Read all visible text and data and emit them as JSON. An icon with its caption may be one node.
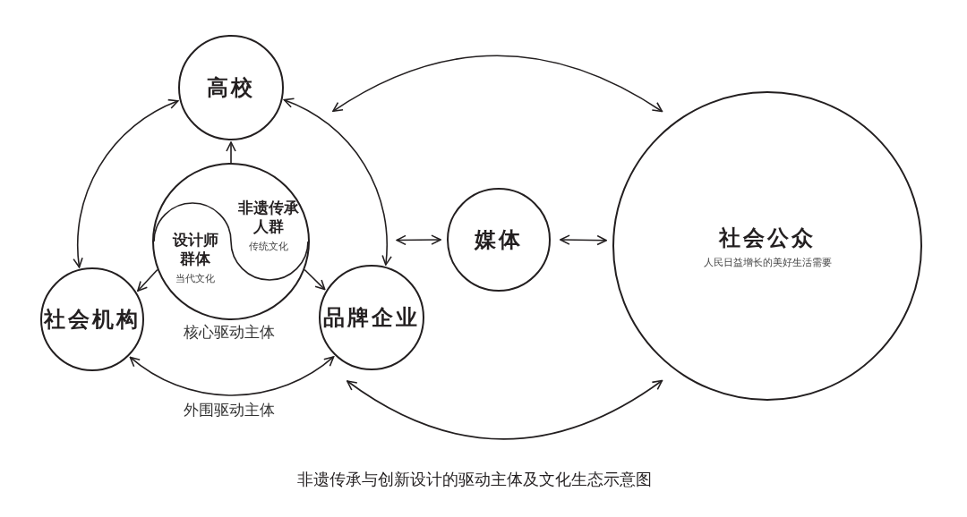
{
  "diagram": {
    "caption": "非遗传承与创新设计的驱动主体及文化生态示意图",
    "nodes": [
      {
        "text": [
          "高校"
        ]
      },
      {
        "text": [],
        "shape": "circle",
        "beside": [
          "核心驱动主体"
        ]
      },
      {
        "text": [
          "设计师群体",
          "当代文化"
        ],
        "in": 1
      },
      {
        "text": [
          "非遗传承人群",
          "传统文化"
        ],
        "in": 1
      },
      {
        "text": [
          "社会机构"
        ]
      },
      {
        "text": [
          "品牌企业"
        ]
      },
      {
        "text": [
          "媒体"
        ]
      },
      {
        "text": [
          "社会公众",
          "人民日益增长的美好生活需要"
        ]
      }
    ],
    "edges": [
      {
        "from": 0,
        "to": 4,
        "arrow": "both"
      },
      {
        "from": 0,
        "to": 5,
        "arrow": "both"
      },
      {
        "from": 4,
        "to": 5,
        "arrow": "both",
        "label": "外围驱动主体"
      },
      {
        "from": 1,
        "to": 0,
        "arrow": "to"
      },
      {
        "from": 1,
        "to": 4,
        "arrow": "to"
      },
      {
        "from": 1,
        "to": 5,
        "arrow": "to"
      },
      {
        "from": 5,
        "to": 6,
        "arrow": "both"
      },
      {
        "from": 6,
        "to": 7,
        "arrow": "both"
      },
      {
        "from": 0,
        "to": 7,
        "arrow": "both"
      },
      {
        "from": 5,
        "to": 7,
        "arrow": "both"
      }
    ]
  }
}
